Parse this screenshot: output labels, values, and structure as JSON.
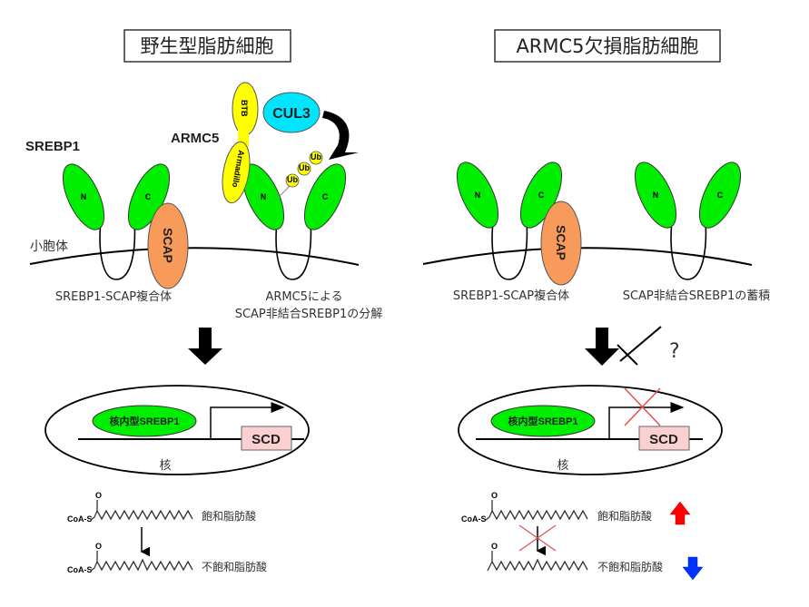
{
  "panels": {
    "wildtype": {
      "title": "野生型脂肪細胞",
      "srebp1_label": "SREBP1",
      "armc5_label": "ARMC5",
      "armc5_domains": {
        "btb": "BTB",
        "armadillo": "Armadillo"
      },
      "cul3_label": "CUL3",
      "ubiquitin": [
        "Ub",
        "Ub",
        "Ub"
      ],
      "n_label": "N",
      "c_label": "C",
      "scap_label": "SCAP",
      "er_label": "小胞体",
      "caption_complex": "SREBP1-SCAP複合体",
      "caption_degradation": [
        "ARMC5による",
        "SCAP非結合SREBP1の分解"
      ],
      "nucleus": {
        "nuclear_srebp1": "核内型SREBP1",
        "gene": "SCD",
        "nucleus_label": "核"
      },
      "fatty_acids": {
        "coa_label": "CoA-S",
        "oxygen_label": "O",
        "saturated": "飽和脂肪酸",
        "unsaturated": "不飽和脂肪酸"
      }
    },
    "knockout": {
      "title": "ARMC5欠損脂肪細胞",
      "n_label": "N",
      "c_label": "C",
      "scap_label": "SCAP",
      "caption_complex": "SREBP1-SCAP複合体",
      "caption_accumulation": "SCAP非結合SREBP1の蓄積",
      "question_mark": "?",
      "nucleus": {
        "nuclear_srebp1": "核内型SREBP1",
        "gene": "SCD",
        "nucleus_label": "核"
      },
      "fatty_acids": {
        "coa_label": "CoA-S",
        "oxygen_label": "O",
        "saturated": "飽和脂肪酸",
        "unsaturated": "不飽和脂肪酸",
        "saturated_trend": "up",
        "unsaturated_trend": "down"
      }
    }
  },
  "colors": {
    "srebp1_green": "#00ee00",
    "scap_orange": "#f79a5a",
    "armc5_yellow": "#ffff00",
    "cul3_cyan": "#00e5ff",
    "scd_box": "#fbd0d0",
    "inhibition_red": "#e05050",
    "increase_red": "#ff0000",
    "decrease_blue": "#0033ff"
  }
}
